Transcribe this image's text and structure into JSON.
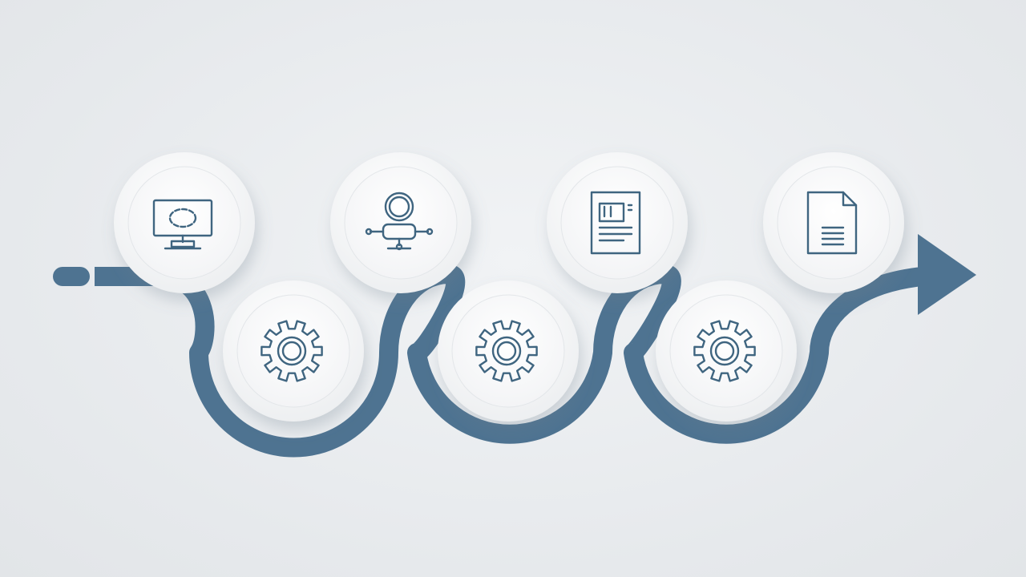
{
  "colors": {
    "background": "#e7eaed",
    "path": "#4e7391",
    "icon": "#3f6580",
    "node_fill": "#f6f7f8",
    "node_inner": "#ffffff"
  },
  "diagram": {
    "type": "timeline-infographic",
    "direction": "left-to-right",
    "nodes": [
      {
        "id": "step-1",
        "row": "top",
        "icon": "monitor-icon"
      },
      {
        "id": "step-2",
        "row": "bottom",
        "icon": "gear-icon"
      },
      {
        "id": "step-3",
        "row": "top",
        "icon": "user-network-icon"
      },
      {
        "id": "step-4",
        "row": "bottom",
        "icon": "gear-icon"
      },
      {
        "id": "step-5",
        "row": "top",
        "icon": "report-document-icon"
      },
      {
        "id": "step-6",
        "row": "bottom",
        "icon": "gear-icon"
      },
      {
        "id": "step-7",
        "row": "top",
        "icon": "document-icon"
      }
    ],
    "end_marker": "arrow-right-icon",
    "start_marker": "rounded-cap"
  }
}
